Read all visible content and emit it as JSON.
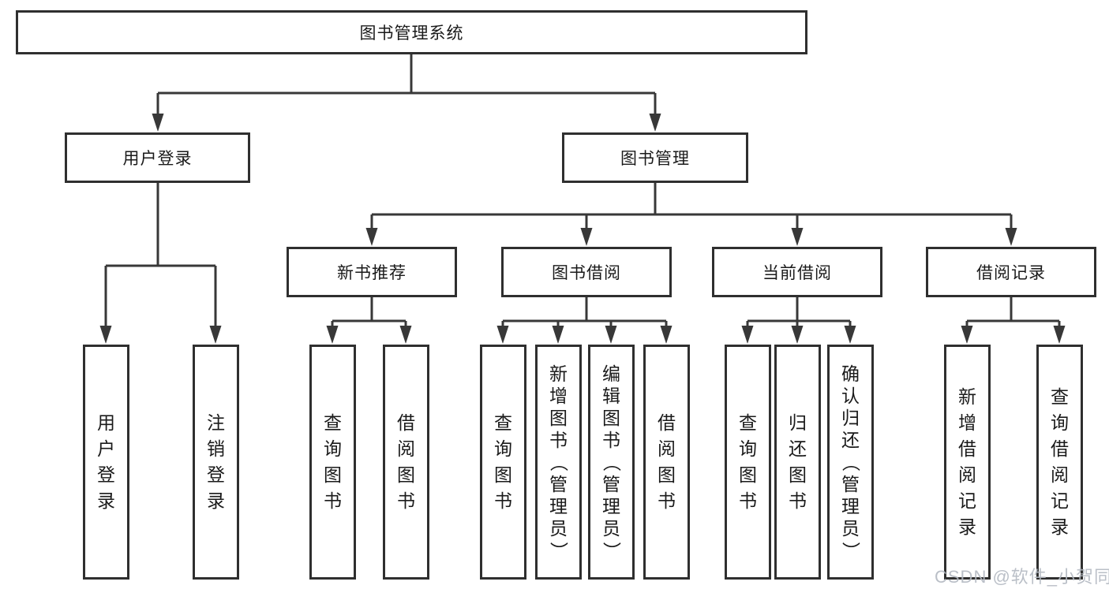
{
  "watermark": "CSDN @软件_小贺同学",
  "colors": {
    "line": "#383838",
    "box_border": "#2f2f2f",
    "text": "#1a1a1a",
    "watermark": "#b3b9c2",
    "background": "#ffffff"
  },
  "tree": {
    "root": {
      "label": "图书管理系统"
    },
    "branches": [
      {
        "label": "用户登录",
        "children": [
          {
            "label": "用户登录"
          },
          {
            "label": "注销登录"
          }
        ]
      },
      {
        "label": "图书管理",
        "children": [
          {
            "label": "新书推荐",
            "children": [
              {
                "label": "查询图书"
              },
              {
                "label": "借阅图书"
              }
            ]
          },
          {
            "label": "图书借阅",
            "children": [
              {
                "label": "查询图书"
              },
              {
                "label": "新增图书（管理员）"
              },
              {
                "label": "编辑图书（管理员）"
              },
              {
                "label": "借阅图书"
              }
            ]
          },
          {
            "label": "当前借阅",
            "children": [
              {
                "label": "查询图书"
              },
              {
                "label": "归还图书"
              },
              {
                "label": "确认归还（管理员）"
              }
            ]
          },
          {
            "label": "借阅记录",
            "children": [
              {
                "label": "新增借阅记录"
              },
              {
                "label": "查询借阅记录"
              }
            ]
          }
        ]
      }
    ]
  }
}
